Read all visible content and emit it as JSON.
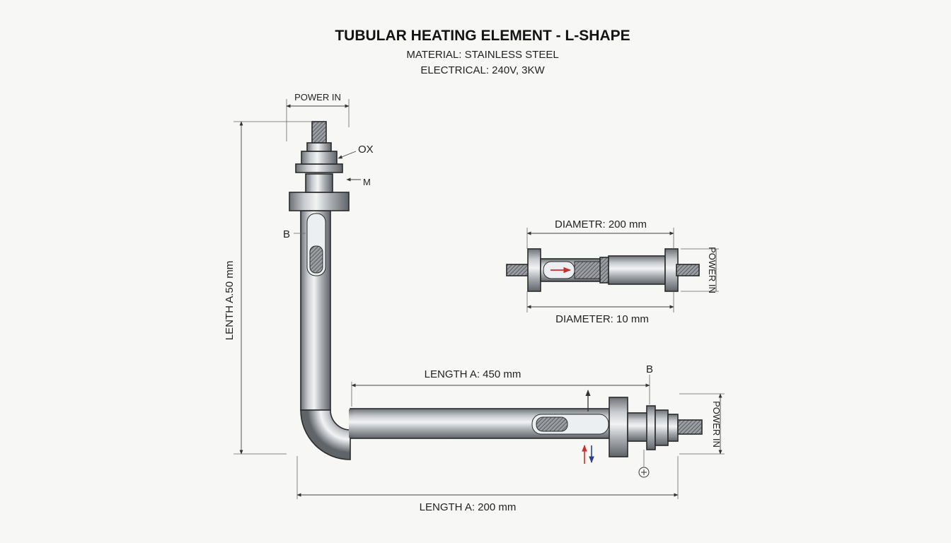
{
  "header": {
    "title": "TUBULAR HEATING ELEMENT - L-SHAPE",
    "material": "MATERIAL: STAINLESS STEEL",
    "electrical": "ELECTRICAL: 240V, 3KW"
  },
  "main_view": {
    "power_in_top": "POWER IN",
    "callout_ox": "OX",
    "callout_m": "M",
    "callout_b_vertical": "B",
    "vertical_length": "LENTH A.50 mm",
    "horizontal_length_upper": "LENGTH A: 450 mm",
    "callout_b_horizontal": "B",
    "power_in_right": "POWER IN",
    "horizontal_length_lower": "LENGTH A: 200 mm"
  },
  "detail_view": {
    "diameter_top": "DIAMETR: 200 mm",
    "diameter_bottom": "DIAMETER: 10 mm",
    "power_in": "POWER IN"
  },
  "colors": {
    "steel_light": "#f2f3f4",
    "steel_mid": "#a9adb2",
    "steel_dark": "#6d7277",
    "arrow_red": "#c9302c",
    "arrow_blue": "#2c3e8f"
  }
}
